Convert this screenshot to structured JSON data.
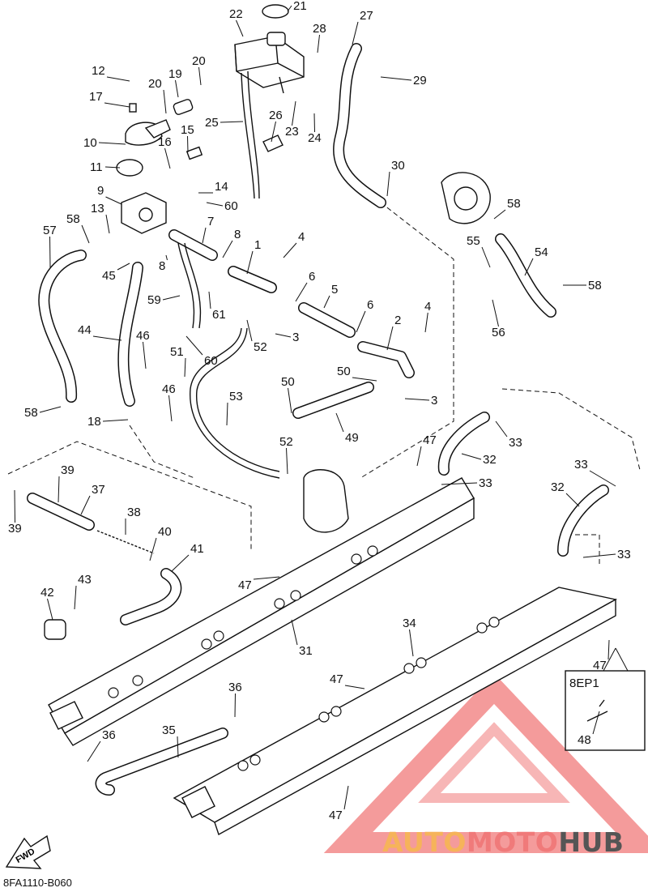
{
  "diagram_code": "8FA1110-B060",
  "fwd_label": "FWD",
  "inset_label": "8EP1",
  "watermark": {
    "part1": "AUTO",
    "part2": "MOTO",
    "part3": "HUB"
  },
  "colors": {
    "line": "#111111",
    "watermark_red": "#f07a7a",
    "watermark_orange": "#f6b35a",
    "watermark_gray": "#555555"
  },
  "callouts": [
    {
      "id": "c22",
      "label": "22"
    },
    {
      "id": "c21",
      "label": "21"
    },
    {
      "id": "c27",
      "label": "27"
    },
    {
      "id": "c28",
      "label": "28"
    },
    {
      "id": "c29",
      "label": "29"
    },
    {
      "id": "c12",
      "label": "12"
    },
    {
      "id": "c20a",
      "label": "20"
    },
    {
      "id": "c19",
      "label": "19"
    },
    {
      "id": "c20b",
      "label": "20"
    },
    {
      "id": "c17",
      "label": "17"
    },
    {
      "id": "c25",
      "label": "25"
    },
    {
      "id": "c26",
      "label": "26"
    },
    {
      "id": "c23",
      "label": "23"
    },
    {
      "id": "c24",
      "label": "24"
    },
    {
      "id": "c15",
      "label": "15"
    },
    {
      "id": "c10",
      "label": "10"
    },
    {
      "id": "c16",
      "label": "16"
    },
    {
      "id": "c11",
      "label": "11"
    },
    {
      "id": "c30",
      "label": "30"
    },
    {
      "id": "c14",
      "label": "14"
    },
    {
      "id": "c9",
      "label": "9"
    },
    {
      "id": "c60a",
      "label": "60"
    },
    {
      "id": "c13",
      "label": "13"
    },
    {
      "id": "c7",
      "label": "7"
    },
    {
      "id": "c58a",
      "label": "58"
    },
    {
      "id": "c57",
      "label": "57"
    },
    {
      "id": "c58b",
      "label": "58"
    },
    {
      "id": "c55",
      "label": "55"
    },
    {
      "id": "c54",
      "label": "54"
    },
    {
      "id": "c8a",
      "label": "8"
    },
    {
      "id": "c4a",
      "label": "4"
    },
    {
      "id": "c1",
      "label": "1"
    },
    {
      "id": "c8b",
      "label": "8"
    },
    {
      "id": "c45",
      "label": "45"
    },
    {
      "id": "c6a",
      "label": "6"
    },
    {
      "id": "c58c",
      "label": "58"
    },
    {
      "id": "c59",
      "label": "59"
    },
    {
      "id": "c5",
      "label": "5"
    },
    {
      "id": "c61",
      "label": "61"
    },
    {
      "id": "c56",
      "label": "56"
    },
    {
      "id": "c6b",
      "label": "6"
    },
    {
      "id": "c4b",
      "label": "4"
    },
    {
      "id": "c44",
      "label": "44"
    },
    {
      "id": "c3a",
      "label": "3"
    },
    {
      "id": "c2",
      "label": "2"
    },
    {
      "id": "c46a",
      "label": "46"
    },
    {
      "id": "c52a",
      "label": "52"
    },
    {
      "id": "c51",
      "label": "51"
    },
    {
      "id": "c60b",
      "label": "60"
    },
    {
      "id": "c50a",
      "label": "50"
    },
    {
      "id": "c50b",
      "label": "50"
    },
    {
      "id": "c3b",
      "label": "3"
    },
    {
      "id": "c46b",
      "label": "46"
    },
    {
      "id": "c53",
      "label": "53"
    },
    {
      "id": "c58d",
      "label": "58"
    },
    {
      "id": "c18",
      "label": "18"
    },
    {
      "id": "c49",
      "label": "49"
    },
    {
      "id": "c33a",
      "label": "33"
    },
    {
      "id": "c47a",
      "label": "47"
    },
    {
      "id": "c32a",
      "label": "32"
    },
    {
      "id": "c52b",
      "label": "52"
    },
    {
      "id": "c33b",
      "label": "33"
    },
    {
      "id": "c39a",
      "label": "39"
    },
    {
      "id": "c37",
      "label": "37"
    },
    {
      "id": "c33c",
      "label": "33"
    },
    {
      "id": "c39b",
      "label": "39"
    },
    {
      "id": "c32b",
      "label": "32"
    },
    {
      "id": "c38",
      "label": "38"
    },
    {
      "id": "c40",
      "label": "40"
    },
    {
      "id": "c41",
      "label": "41"
    },
    {
      "id": "c33d",
      "label": "33"
    },
    {
      "id": "c47b",
      "label": "47"
    },
    {
      "id": "c42",
      "label": "42"
    },
    {
      "id": "c43",
      "label": "43"
    },
    {
      "id": "c31",
      "label": "31"
    },
    {
      "id": "c34",
      "label": "34"
    },
    {
      "id": "c47c",
      "label": "47"
    },
    {
      "id": "c47d",
      "label": "47"
    },
    {
      "id": "c36",
      "label": "36"
    },
    {
      "id": "c35",
      "label": "35"
    },
    {
      "id": "c36b",
      "label": "36"
    },
    {
      "id": "c48",
      "label": "48"
    },
    {
      "id": "c47e",
      "label": "47"
    }
  ]
}
